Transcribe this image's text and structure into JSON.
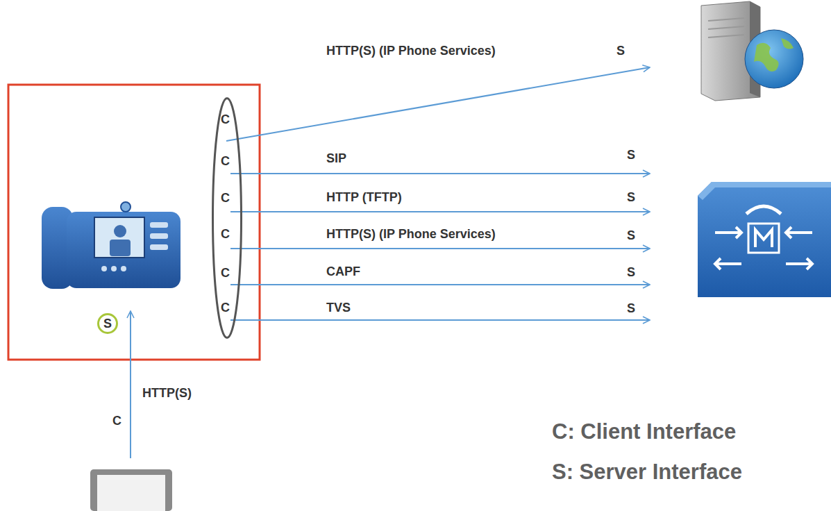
{
  "diagram": {
    "nodes": [
      {
        "text": [
          "C",
          "C",
          "C",
          "C",
          "C",
          "C"
        ]
      },
      {
        "text": [
          "S"
        ]
      }
    ],
    "labels": [
      "HTTP(S) (IP Phone Services)",
      "S",
      "SIP",
      "S",
      "HTTP (TFTP)",
      "S",
      "HTTP(S) (IP Phone Services)",
      "S",
      "CAPF",
      "S",
      "TVS",
      "S",
      "HTTP(S)",
      "C",
      "C: Client Interface",
      "S: Server Interface"
    ]
  }
}
